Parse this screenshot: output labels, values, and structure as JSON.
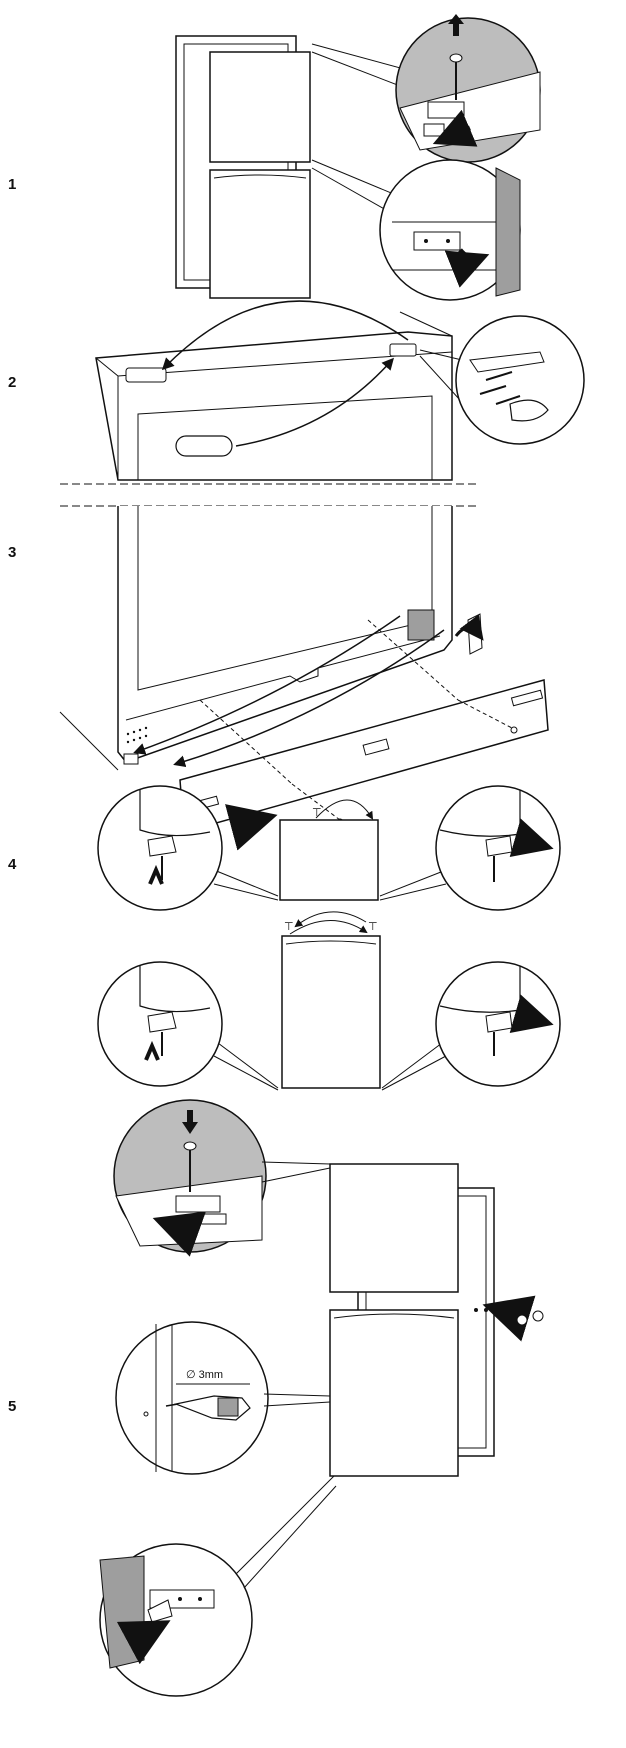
{
  "steps": {
    "s1": "1",
    "s2": "2",
    "s3": "3",
    "s4": "4",
    "s5": "5"
  },
  "annotations": {
    "drill_diameter": "∅ 3mm"
  },
  "colors": {
    "line": "#111111",
    "callout_gray": "#bdbdbd",
    "panel_white": "#ffffff"
  }
}
